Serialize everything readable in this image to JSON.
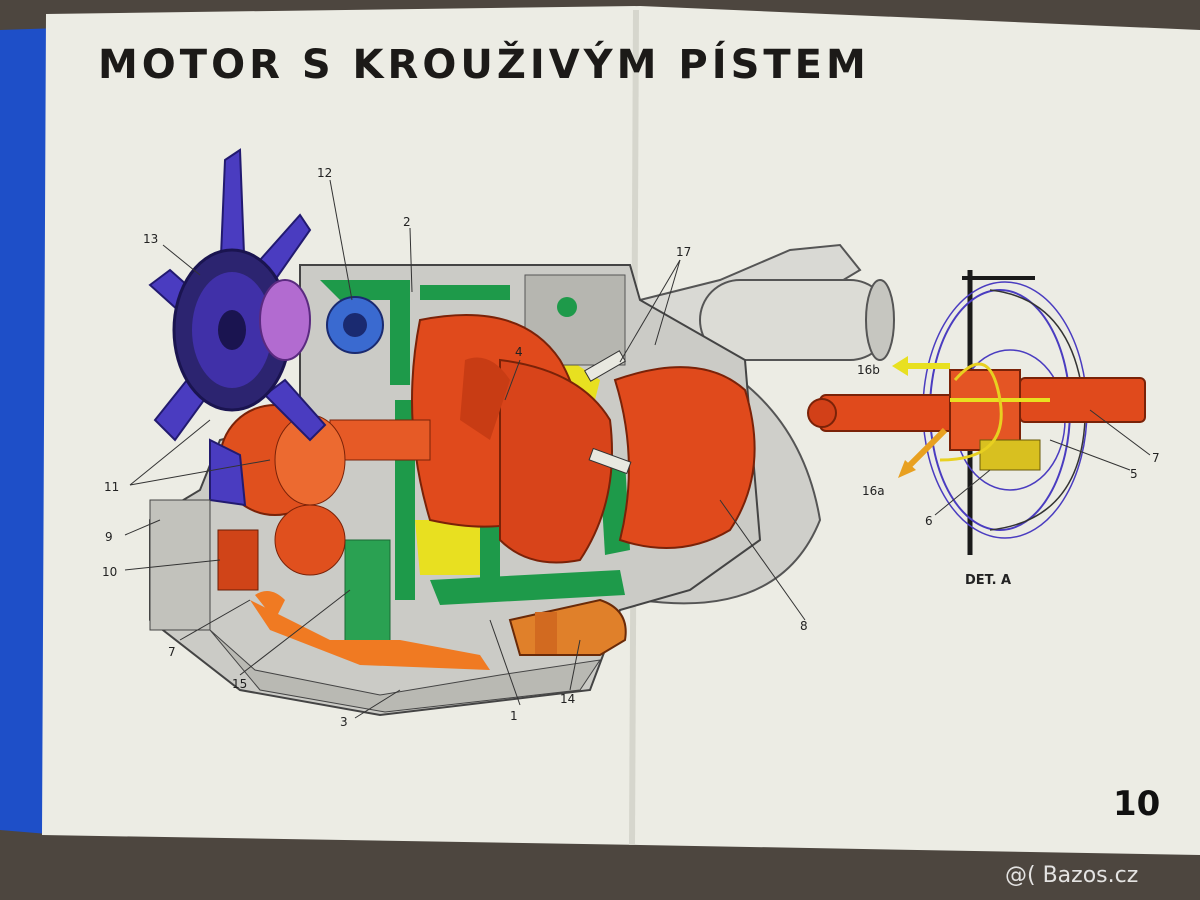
{
  "page": {
    "title": "MOTOR S KROUŽIVÝM PÍSTEM",
    "page_number": "10",
    "detail_label": "DET. A",
    "watermark": "@( Bazos.cz"
  },
  "callouts": [
    "1",
    "2",
    "3",
    "4",
    "5",
    "6",
    "7",
    "7",
    "8",
    "9",
    "10",
    "11",
    "12",
    "13",
    "14",
    "15",
    "16a",
    "16b",
    "17"
  ],
  "colors": {
    "paper": "#ecece4",
    "cover_blue": "#1e4fc8",
    "rotor_orange": "#e04a1c",
    "coolant_green": "#1e9a4a",
    "casing_grey": "#c9c9c4",
    "fan_blue": "#4a3cc0",
    "highlight_yellow": "#e8e020"
  },
  "icons": [
    "fan-icon",
    "spark-plug-icon",
    "filter-icon",
    "arrow-icon"
  ]
}
